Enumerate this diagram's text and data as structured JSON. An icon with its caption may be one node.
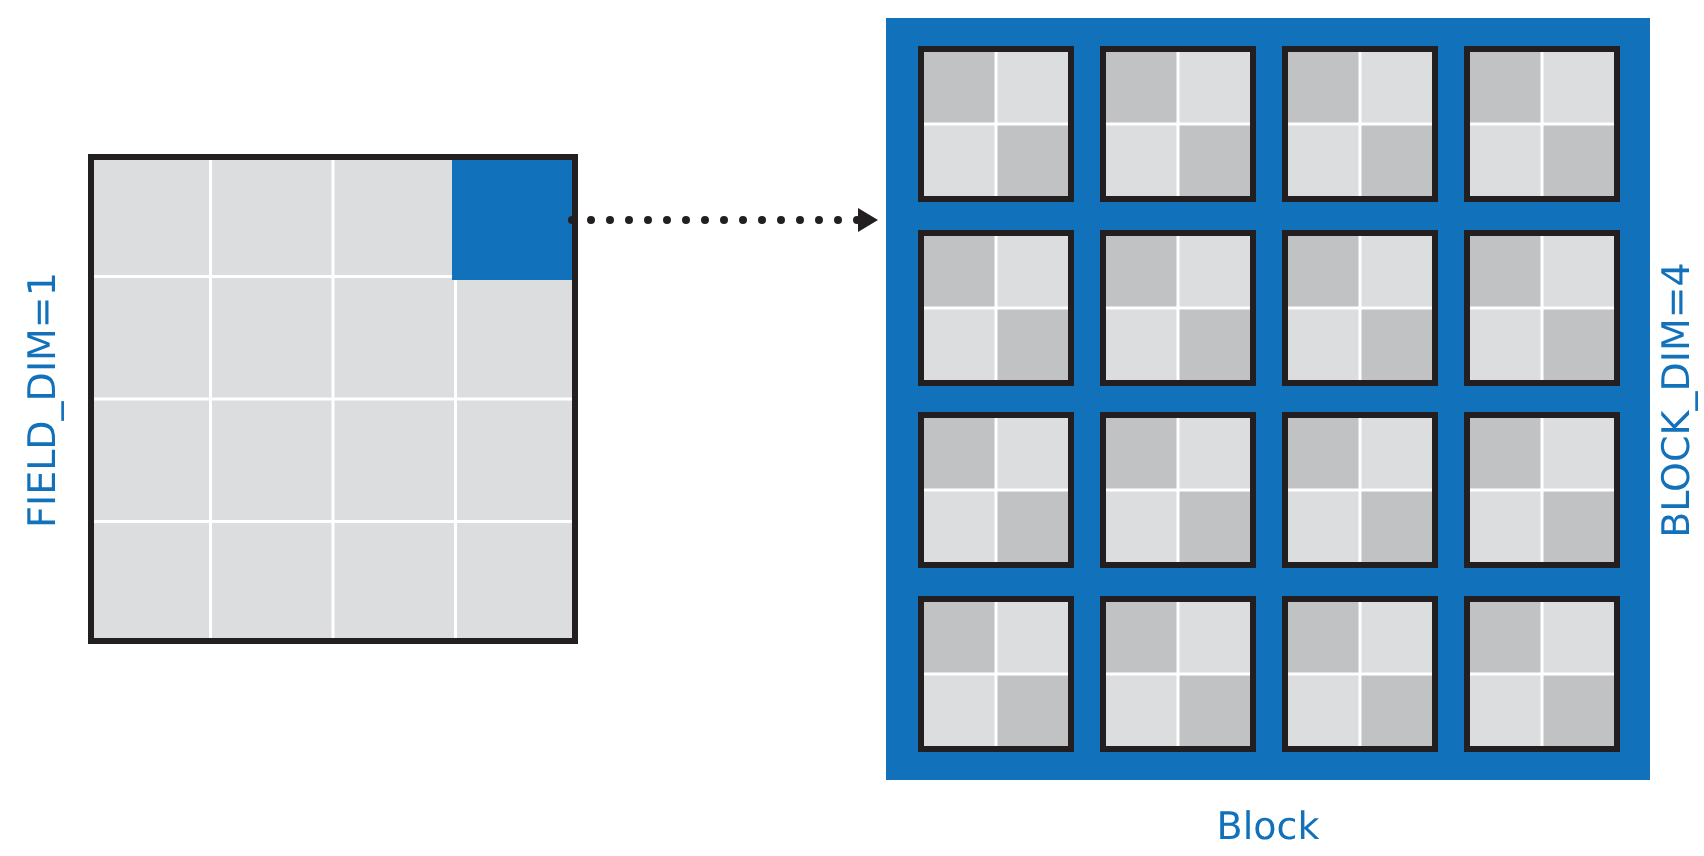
{
  "diagram": {
    "nodes": [
      {
        "text": [],
        "shape": "box",
        "beside": [
          "FIELD_DIM=1"
        ]
      },
      {
        "text": [],
        "shape": "box",
        "in": 0
      },
      {
        "text": [],
        "shape": "box",
        "beside": [
          "BLOCK_DIM=4",
          "Block"
        ]
      },
      {
        "text": [],
        "shape": "box",
        "in": 2
      },
      {
        "text": [],
        "shape": "box",
        "in": 2
      },
      {
        "text": [],
        "shape": "box",
        "in": 2
      },
      {
        "text": [],
        "shape": "box",
        "in": 2
      },
      {
        "text": [],
        "shape": "box",
        "in": 2
      },
      {
        "text": [],
        "shape": "box",
        "in": 2
      },
      {
        "text": [],
        "shape": "box",
        "in": 2
      },
      {
        "text": [],
        "shape": "box",
        "in": 2
      },
      {
        "text": [],
        "shape": "box",
        "in": 2
      },
      {
        "text": [],
        "shape": "box",
        "in": 2
      },
      {
        "text": [],
        "shape": "box",
        "in": 2
      },
      {
        "text": [],
        "shape": "box",
        "in": 2
      },
      {
        "text": [],
        "shape": "box",
        "in": 2
      },
      {
        "text": [],
        "shape": "box",
        "in": 2
      },
      {
        "text": [],
        "shape": "box",
        "in": 2
      },
      {
        "text": [],
        "shape": "box",
        "in": 2
      }
    ],
    "edges": [
      {
        "from": 1,
        "to": 2,
        "arrow": "to",
        "style": "dashed"
      }
    ]
  }
}
